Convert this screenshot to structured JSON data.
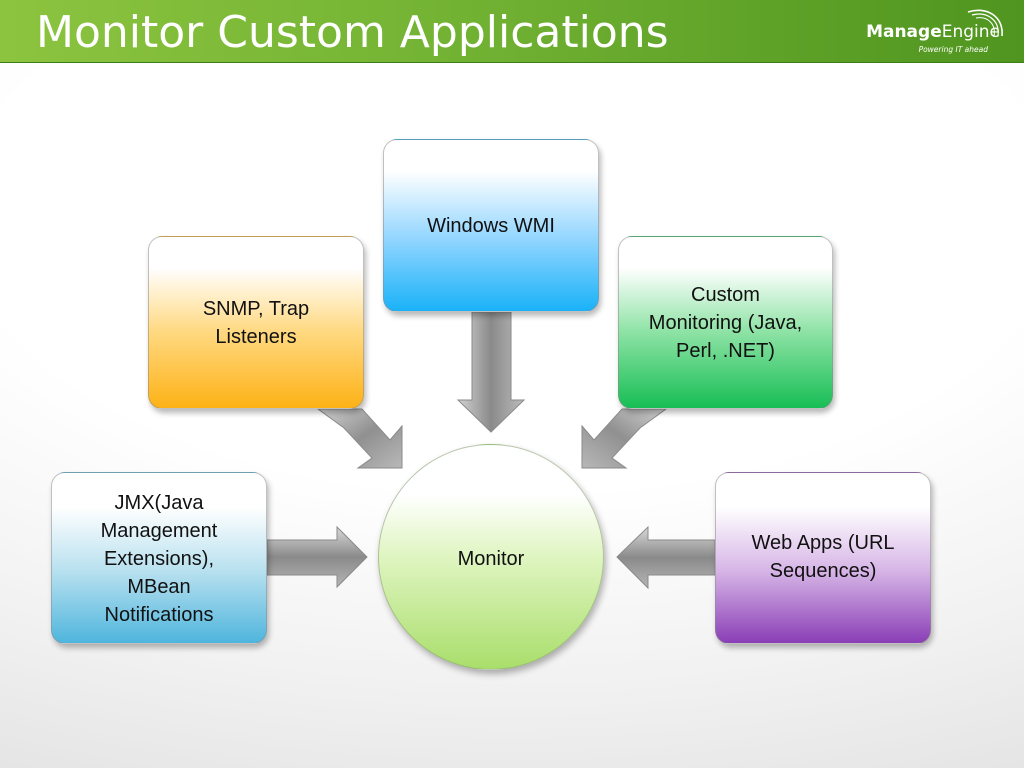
{
  "slide": {
    "title": "Monitor Custom Applications"
  },
  "logo": {
    "manage": "Manage",
    "engine": "Engine",
    "tagline": "Powering IT ahead"
  },
  "diagram": {
    "center": "Monitor",
    "sources": {
      "windows": "Windows WMI",
      "snmp": "SNMP, Trap\nListeners",
      "custom": "Custom\nMonitoring (Java,\nPerl, .NET)",
      "jmx": "JMX(Java\nManagement\nExtensions),\nMBean\nNotifications",
      "web": "Web Apps (URL\nSequences)"
    }
  },
  "colors": {
    "header": "#72b233",
    "windows": "#1ab2f8",
    "snmp": "#fdb216",
    "custom": "#17be55",
    "jmx": "#4fb5dd",
    "web": "#8a3eb6",
    "monitor": "#a9de6b",
    "arrow": "#9a9a9a"
  }
}
